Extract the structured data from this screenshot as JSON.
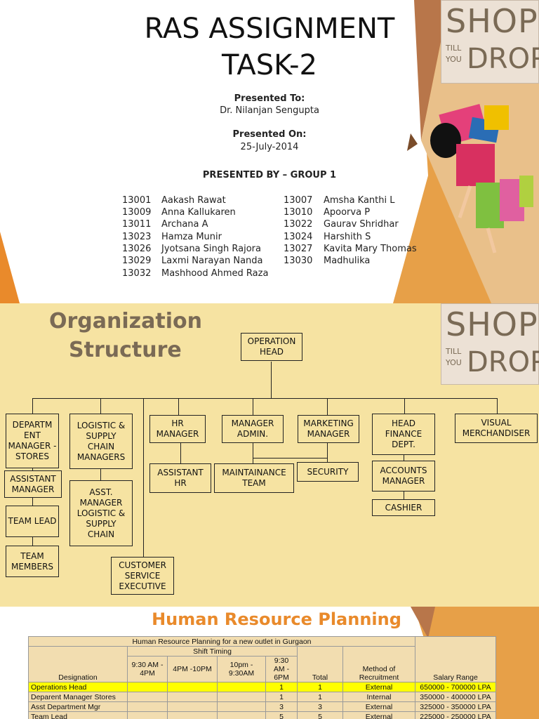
{
  "slide1": {
    "title_line1": "RAS ASSIGNMENT",
    "title_line2": "TASK-2",
    "presented_to_label": "Presented To:",
    "presented_to": "Dr. Nilanjan Sengupta",
    "presented_on_label": "Presented On:",
    "presented_on": "25-July-2014",
    "presented_by": "PRESENTED BY – GROUP 1",
    "members_left": [
      {
        "id": "13001",
        "name": "Aakash Rawat"
      },
      {
        "id": "13009",
        "name": "Anna Kallukaren"
      },
      {
        "id": "13011",
        "name": "Archana A"
      },
      {
        "id": "13023",
        "name": "Hamza Munir"
      },
      {
        "id": "13026",
        "name": "Jyotsana Singh Rajora"
      },
      {
        "id": "13029",
        "name": "Laxmi Narayan Nanda"
      },
      {
        "id": "13032",
        "name": "Mashhood Ahmed Raza"
      }
    ],
    "members_right": [
      {
        "id": "13007",
        "name": "Amsha Kanthi L"
      },
      {
        "id": "13010",
        "name": "Apoorva P"
      },
      {
        "id": "13022",
        "name": "Gaurav Shridhar"
      },
      {
        "id": "13024",
        "name": "Harshith S"
      },
      {
        "id": "13027",
        "name": "Kavita Mary Thomas"
      },
      {
        "id": "13030",
        "name": "Madhulika"
      }
    ]
  },
  "logo": {
    "shop": "SHOP",
    "till": "TILL",
    "you": "YOU",
    "drop": "DROP"
  },
  "slide2": {
    "title_line1": "Organization",
    "title_line2": "Structure",
    "operation_head": "OPERATION HEAD",
    "dept_manager": "DEPARTM ENT MANAGER - STORES",
    "assistant_manager": "ASSISTANT MANAGER",
    "team_lead": "TEAM LEAD",
    "team_members": "TEAM MEMBERS",
    "logistic_managers": "LOGISTIC & SUPPLY CHAIN MANAGERS",
    "asst_logistic": "ASST. MANAGER LOGISTIC & SUPPLY CHAIN",
    "customer_service": "CUSTOMER SERVICE EXECUTIVE",
    "hr_manager": "HR MANAGER",
    "assistant_hr": "ASSISTANT HR",
    "manager_admin": "MANAGER ADMIN.",
    "maintenance_team": "MAINTAINANCE TEAM",
    "security": "SECURITY",
    "marketing_manager": "MARKETING MANAGER",
    "head_finance": "HEAD FINANCE DEPT.",
    "accounts_manager": "ACCOUNTS MANAGER",
    "cashier": "CASHIER",
    "visual_merchandiser": "VISUAL MERCHANDISER"
  },
  "slide3": {
    "title": "Human Resource Planning",
    "table_title": "Human Resource Planning for a new outlet in Gurgaon",
    "shift_timing": "Shift Timing",
    "headers": {
      "designation": "Designation",
      "s1": "9:30 AM - 4PM",
      "s2": "4PM -10PM",
      "s3": "10pm - 9:30AM",
      "s4": "9:30 AM - 6PM",
      "total": "Total",
      "method": "Method of Recruitment",
      "salary": "Salary Range"
    },
    "rows": [
      {
        "designation": "Operations Head",
        "s1": "",
        "s2": "",
        "s3": "",
        "s4": "1",
        "total": "1",
        "method": "External",
        "salary": "650000 - 700000 LPA"
      },
      {
        "designation": "Deparent Manager Stores",
        "s1": "",
        "s2": "",
        "s3": "",
        "s4": "1",
        "total": "1",
        "method": "Internal",
        "salary": "350000 - 400000 LPA"
      },
      {
        "designation": "Asst Department Mgr",
        "s1": "",
        "s2": "",
        "s3": "",
        "s4": "3",
        "total": "3",
        "method": "External",
        "salary": "325000 - 350000 LPA"
      },
      {
        "designation": "Team Lead",
        "s1": "",
        "s2": "",
        "s3": "",
        "s4": "5",
        "total": "5",
        "method": "External",
        "salary": "225000 - 250000 LPA"
      }
    ]
  },
  "colors": {
    "slide2_bg": "#f6e3a2",
    "accent_orange": "#e98a2b",
    "title_brown": "#7a6a55",
    "highlight": "#ffff00"
  }
}
